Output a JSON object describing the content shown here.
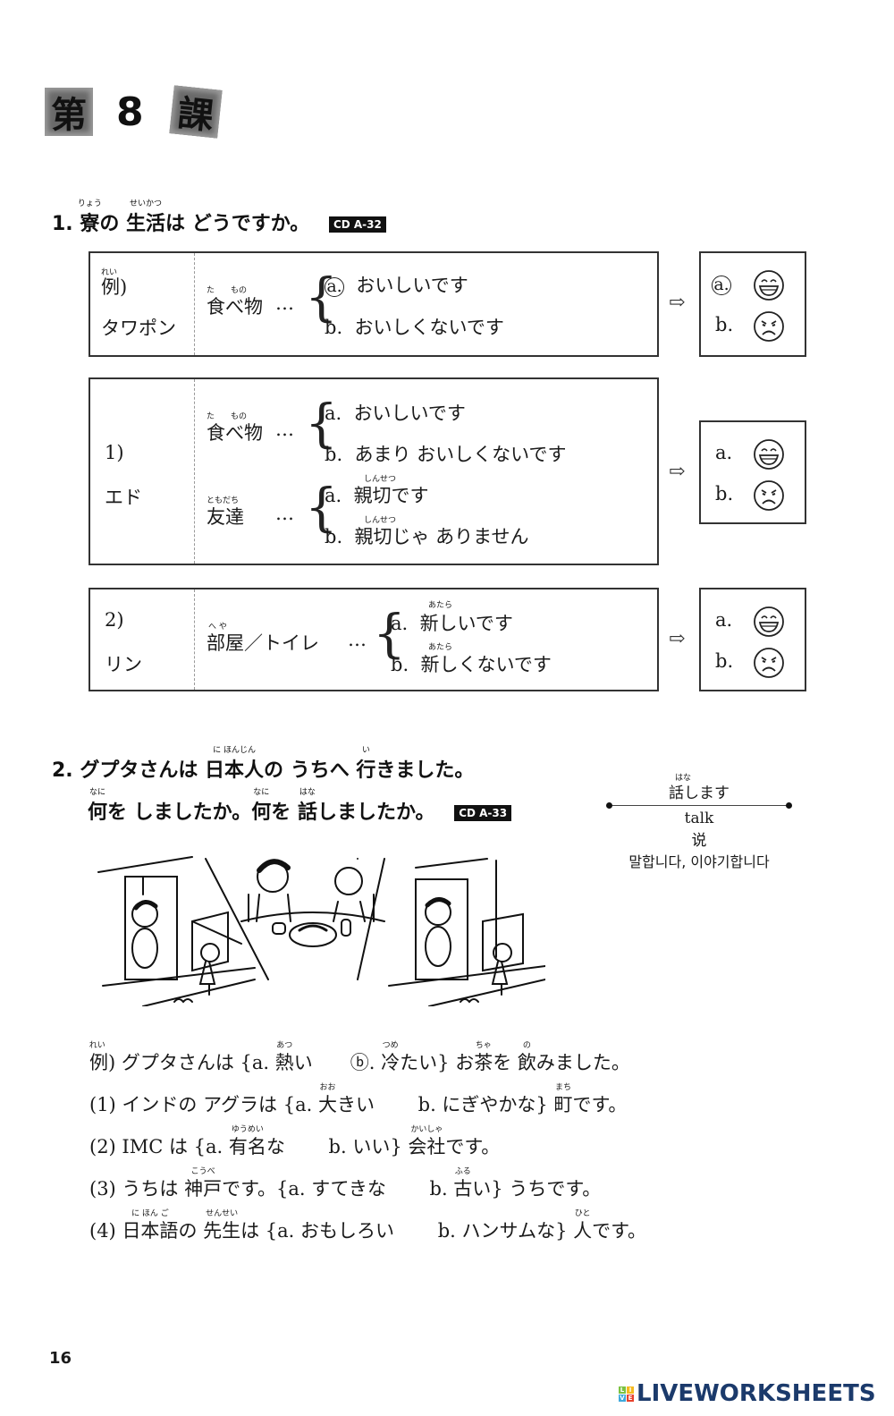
{
  "lesson": {
    "prefix": "第",
    "number": "8",
    "suffix": "課"
  },
  "section1": {
    "number": "1.",
    "title_parts": [
      {
        "text": "寮",
        "ruby": "りょう"
      },
      {
        "text": "の "
      },
      {
        "text": "生活",
        "ruby": "せいかつ"
      },
      {
        "text": "は どうですか。"
      }
    ],
    "cd": "CD A-32",
    "example": {
      "label": "例)",
      "label_ruby": "れい",
      "name": "タワポン",
      "topic": "食べ物",
      "topic_ruby": "た　　もの",
      "ellipsis": "…",
      "option_a": "a.",
      "option_a_circled": true,
      "option_a_text": "おいしいです",
      "option_b": "b.",
      "option_b_text": "おいしくないです",
      "answer_a": "a.",
      "answer_b": "b."
    },
    "item1": {
      "label": "1)",
      "name": "エド",
      "topic1": "食べ物",
      "topic1_ruby": "た　　もの",
      "topic1_a": "a.",
      "topic1_a_text": "おいしいです",
      "topic1_b": "b.",
      "topic1_b_text": "あまり おいしくないです",
      "topic2": "友達",
      "topic2_ruby": "ともだち",
      "topic2_a": "a.",
      "topic2_a_text": "親切です",
      "topic2_a_ruby": "しんせつ",
      "topic2_b": "b.",
      "topic2_b_text": "親切じゃ ありません",
      "topic2_b_ruby": "しんせつ",
      "ellipsis": "…",
      "answer_a": "a.",
      "answer_b": "b."
    },
    "item2": {
      "label": "2)",
      "name": "リン",
      "topic": "部屋／トイレ",
      "topic_ruby": "へ や",
      "ellipsis": "…",
      "option_a": "a.",
      "option_a_text": "新しいです",
      "option_a_ruby": "あたら",
      "option_b": "b.",
      "option_b_text": "新しくないです",
      "option_b_ruby": "あたら",
      "answer_a": "a.",
      "answer_b": "b."
    },
    "arrow": "⇨"
  },
  "section2": {
    "number": "2.",
    "line1_parts": [
      {
        "text": "グプタさんは "
      },
      {
        "text": "日本人",
        "ruby": "に ほんじん"
      },
      {
        "text": "の うちへ "
      },
      {
        "text": "行",
        "ruby": "い"
      },
      {
        "text": "きました。"
      }
    ],
    "line2_parts": [
      {
        "text": "何",
        "ruby": "なに"
      },
      {
        "text": "を しましたか。"
      },
      {
        "text": "何",
        "ruby": "なに"
      },
      {
        "text": "を "
      },
      {
        "text": "話",
        "ruby": "はな"
      },
      {
        "text": "しましたか。"
      }
    ],
    "cd": "CD A-33",
    "vocab": {
      "word": "話します",
      "word_ruby": "はな",
      "english": "talk",
      "chinese": "说",
      "korean": "말합니다, 이야기합니다"
    },
    "sentences": [
      {
        "label": "例)",
        "label_ruby": "れい",
        "parts": [
          {
            "text": " グプタさんは {a. "
          },
          {
            "text": "熱",
            "ruby": "あつ"
          },
          {
            "text": "い　　"
          },
          {
            "text": "ⓑ",
            "circled": true
          },
          {
            "text": ". "
          },
          {
            "text": "冷",
            "ruby": "つめ"
          },
          {
            "text": "たい} お"
          },
          {
            "text": "茶",
            "ruby": "ちゃ"
          },
          {
            "text": "を "
          },
          {
            "text": "飲",
            "ruby": "の"
          },
          {
            "text": "みました。"
          }
        ]
      },
      {
        "label": "(1)",
        "parts": [
          {
            "text": " インドの アグラは {a. "
          },
          {
            "text": "大",
            "ruby": "おお"
          },
          {
            "text": "きい　　 b. にぎやかな} "
          },
          {
            "text": "町",
            "ruby": "まち"
          },
          {
            "text": "です。"
          }
        ]
      },
      {
        "label": "(2)",
        "parts": [
          {
            "text": " IMC は {a. "
          },
          {
            "text": "有名",
            "ruby": "ゆうめい"
          },
          {
            "text": "な　　 b. いい} "
          },
          {
            "text": "会社",
            "ruby": "かいしゃ"
          },
          {
            "text": "です。"
          }
        ]
      },
      {
        "label": "(3)",
        "parts": [
          {
            "text": " うちは "
          },
          {
            "text": "神戸",
            "ruby": "こうべ"
          },
          {
            "text": "です。{a. すてきな　　 b. "
          },
          {
            "text": "古",
            "ruby": "ふる"
          },
          {
            "text": "い} うちです。"
          }
        ]
      },
      {
        "label": "(4)",
        "parts": [
          {
            "text": " "
          },
          {
            "text": "日本語",
            "ruby": "に ほん ご"
          },
          {
            "text": "の "
          },
          {
            "text": "先生",
            "ruby": "せんせい"
          },
          {
            "text": "は {a. おもしろい　　 b. ハンサムな} "
          },
          {
            "text": "人",
            "ruby": "ひと"
          },
          {
            "text": "です。"
          }
        ]
      }
    ]
  },
  "footer": {
    "page_number": "16",
    "brand": "LIVEWORKSHEETS",
    "brand_grid": [
      "L",
      "I",
      "V",
      "E"
    ],
    "brand_grid_colors": [
      "#7cc242",
      "#f5b91e",
      "#3fa9dc",
      "#e8412c"
    ],
    "brand_color": "#1b3a6b"
  }
}
